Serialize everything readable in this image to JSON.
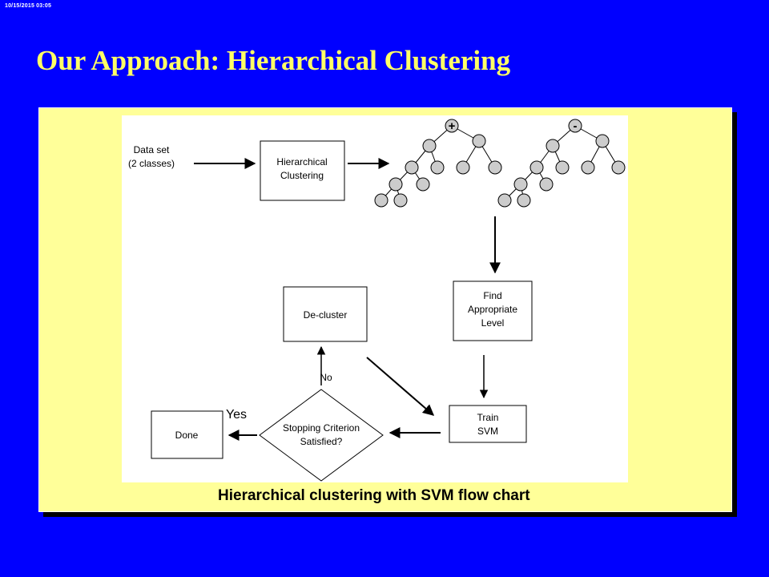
{
  "header": {
    "timestamp": "10/15/2015   03:05",
    "title": "Our Approach: Hierarchical Clustering"
  },
  "diagram": {
    "input_line1": "Data set",
    "input_line2": "(2 classes)",
    "hc_line1": "Hierarchical",
    "hc_line2": "Clustering",
    "plus_symbol": "+",
    "minus_symbol": "-",
    "find_line1": "Find",
    "find_line2": "Appropriate",
    "find_line3": "Level",
    "declusterer": "De-cluster",
    "train_line1": "Train",
    "train_line2": "SVM",
    "stop_line1": "Stopping Criterion",
    "stop_line2": "Satisfied?",
    "done": "Done",
    "yes_label": "Yes",
    "no_label": "No"
  },
  "caption": "Hierarchical clustering with SVM flow chart",
  "colors": {
    "background": "#0000ff",
    "title": "#ffff66",
    "panel": "#ffff99",
    "node_fill": "#cccccc",
    "stroke": "#000000"
  }
}
